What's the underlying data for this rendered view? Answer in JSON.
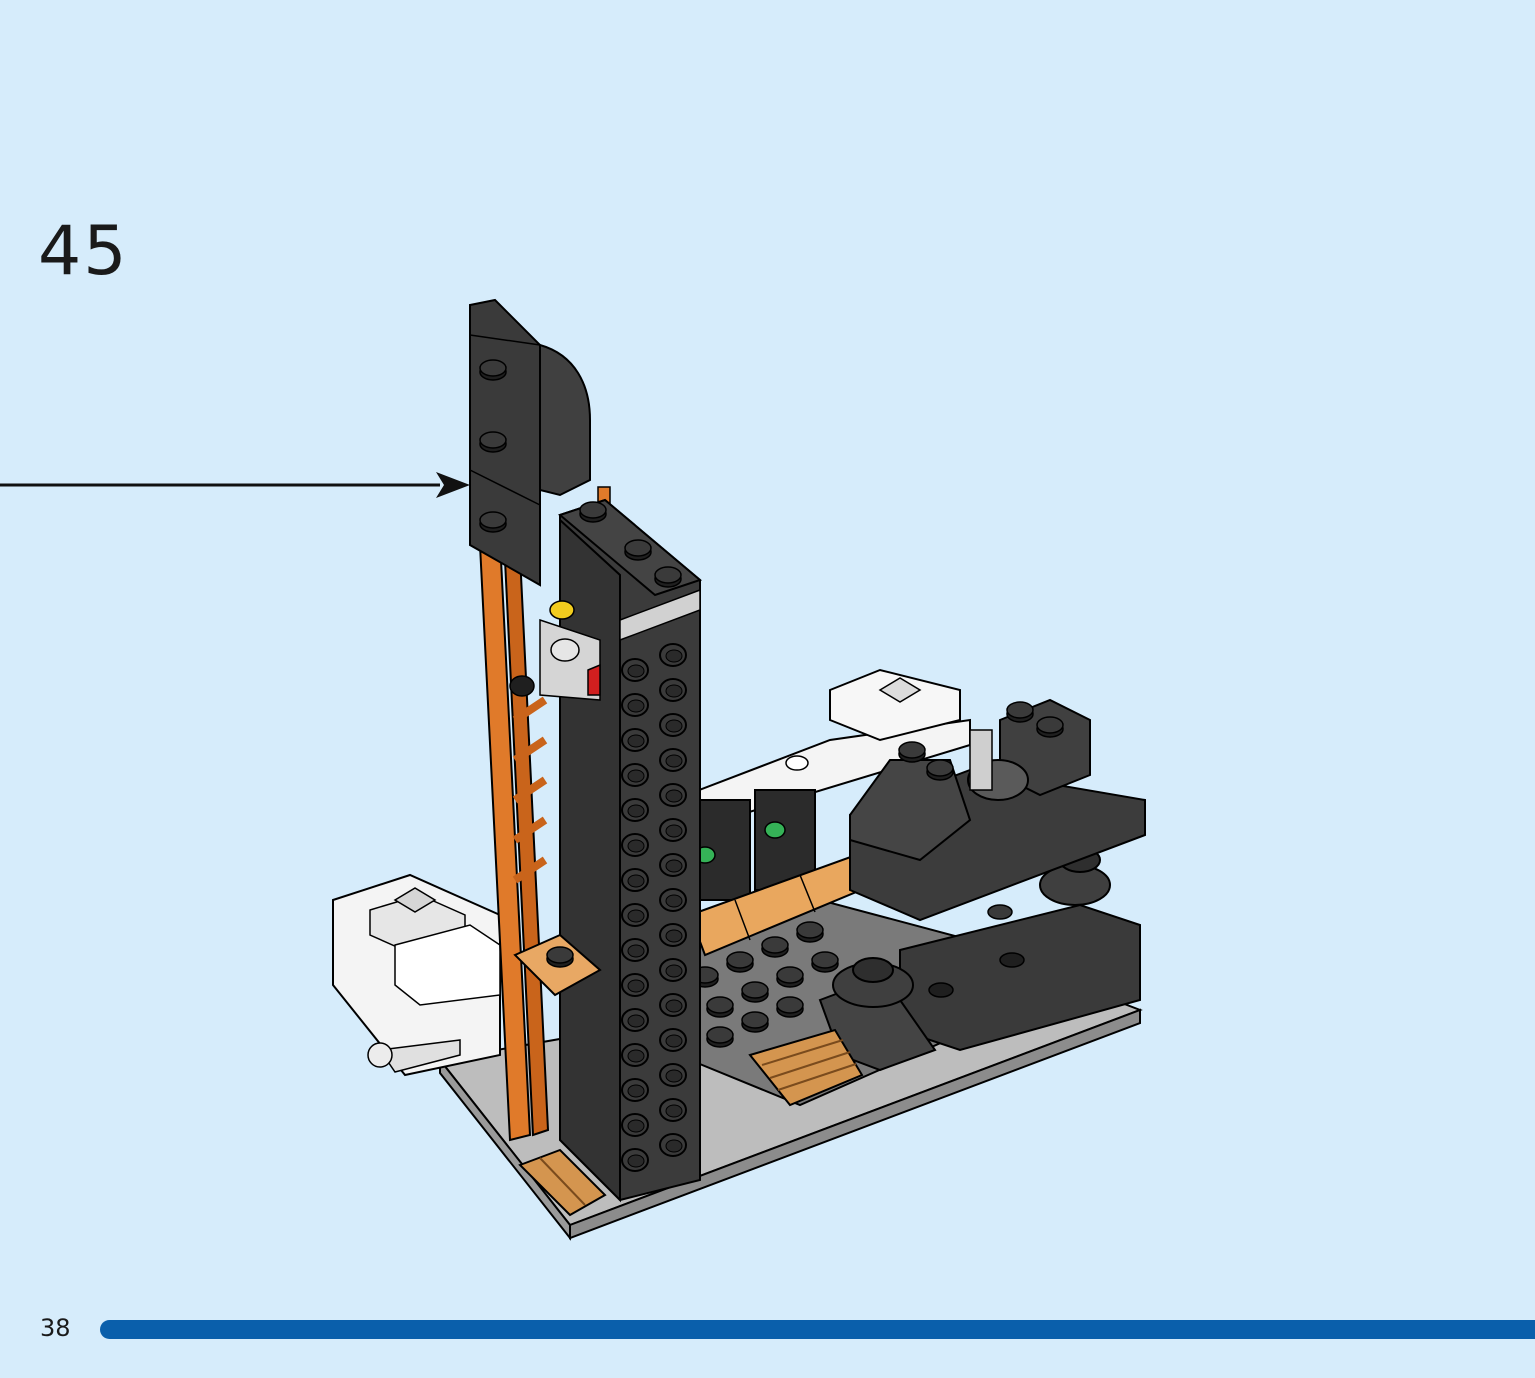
{
  "step": {
    "number": "45"
  },
  "footer": {
    "page_number": "38",
    "progress": 1.0
  },
  "model": {
    "description_icon": "lego-build-icon"
  },
  "colors": {
    "background": "#d6ecfb",
    "progress": "#0a5fab",
    "dark_bluish_gray": "#3d3d3d",
    "black": "#1c1c1c",
    "orange": "#d2691e",
    "tan": "#e2a55c",
    "white": "#f2f2f2",
    "light_gray": "#bcbcbc",
    "green": "#2ea84a",
    "yellow": "#f2cc1e",
    "red": "#d11f1f"
  }
}
